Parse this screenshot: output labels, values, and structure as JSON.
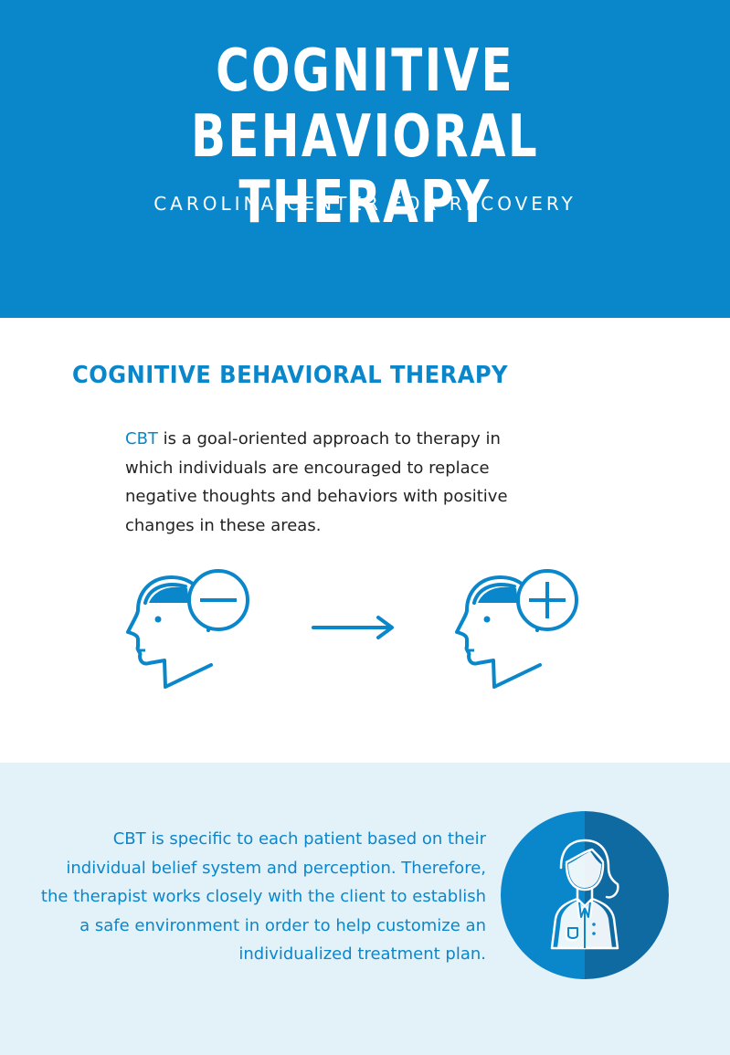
{
  "header": {
    "title_line1": "COGNITIVE",
    "title_line2": "BEHAVIORAL THERAPY",
    "subtitle": "CAROLINA CENTER FOR RECOVERY"
  },
  "section": {
    "heading": "COGNITIVE BEHAVIORAL THERAPY",
    "intro_highlight": "CBT",
    "intro_text": " is a goal-oriented approach to therapy in which individuals are encouraged to replace negative thoughts and behaviors with positive changes in these areas."
  },
  "icons": {
    "negative": "head-minus-icon",
    "arrow": "arrow-right-icon",
    "positive": "head-plus-icon",
    "doctor": "doctor-icon"
  },
  "band": {
    "text": "CBT is specific to each patient based on their individual belief system and perception. Therefore, the therapist works closely with the client to establish a safe environment in order to help customize an individualized treatment plan."
  },
  "colors": {
    "primary": "#0a87cb",
    "dark": "#0f6aa1",
    "light_band": "#e3f1f9",
    "text": "#222222"
  }
}
